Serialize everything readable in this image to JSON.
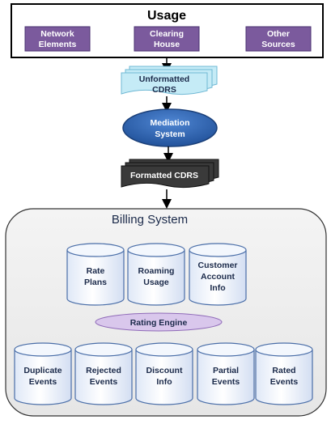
{
  "usage": {
    "title": "Usage",
    "sources": [
      {
        "lines": [
          "Network",
          "Elements"
        ]
      },
      {
        "lines": [
          "Clearing",
          "House"
        ]
      },
      {
        "lines": [
          "Other",
          "Sources"
        ]
      }
    ]
  },
  "unformatted": {
    "lines": [
      "Unformatted",
      "CDRS"
    ]
  },
  "mediation": {
    "lines": [
      "Mediation",
      "System"
    ]
  },
  "formatted": {
    "label": "Formatted CDRS"
  },
  "billing": {
    "title": "Billing System",
    "top_stores": [
      {
        "lines": [
          "Rate",
          "Plans"
        ]
      },
      {
        "lines": [
          "Roaming",
          "Usage"
        ]
      },
      {
        "lines": [
          "Customer",
          "Account",
          "Info"
        ]
      }
    ],
    "engine": "Rating Engine",
    "bottom_stores": [
      {
        "lines": [
          "Duplicate",
          "Events"
        ]
      },
      {
        "lines": [
          "Rejected",
          "Events"
        ]
      },
      {
        "lines": [
          "Discount",
          "Info"
        ]
      },
      {
        "lines": [
          "Partial",
          "Events"
        ]
      },
      {
        "lines": [
          "Rated",
          "Events"
        ]
      }
    ]
  },
  "colors": {
    "source_fill": "#7b5a9d",
    "unformatted_fill": "#c5ebf6",
    "mediation_fill": "#2c66b5",
    "formatted_fill": "#3a3a3a",
    "billing_fill": "#efefef",
    "engine_fill": "#d9c7ec"
  }
}
